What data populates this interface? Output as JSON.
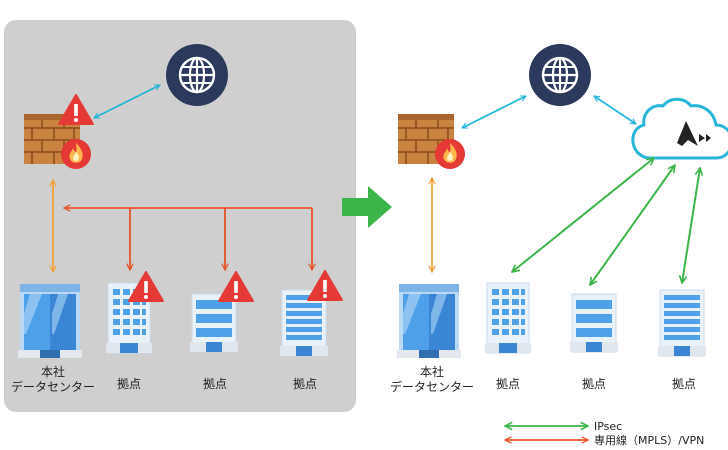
{
  "colors": {
    "panel": "#cfcfcf",
    "globe": "#2b3a5c",
    "link_cyan": "#27b5d8",
    "link_orange": "#f2a33a",
    "link_red": "#e8542a",
    "link_green": "#3cb54a",
    "transition_arrow": "#3cb54a",
    "warning": "#e53935",
    "building_blue": "#4ea1e8",
    "building_light": "#cfe3f7"
  },
  "icons": {
    "internet": "globe-icon",
    "firewall": "brick-firewall-icon",
    "alert": "warning-triangle-icon",
    "cloud": "cloud-service-icon",
    "transition": "arrow-right-icon"
  },
  "before": {
    "hq_label_line1": "本社",
    "hq_label_line2": "データセンター",
    "branch_labels": [
      "拠点",
      "拠点",
      "拠点"
    ]
  },
  "after": {
    "hq_label_line1": "本社",
    "hq_label_line2": "データセンター",
    "branch_labels": [
      "拠点",
      "拠点",
      "拠点"
    ]
  },
  "legend": {
    "ipsec": "IPsec",
    "leased": "専用線（MPLS）/VPN"
  }
}
